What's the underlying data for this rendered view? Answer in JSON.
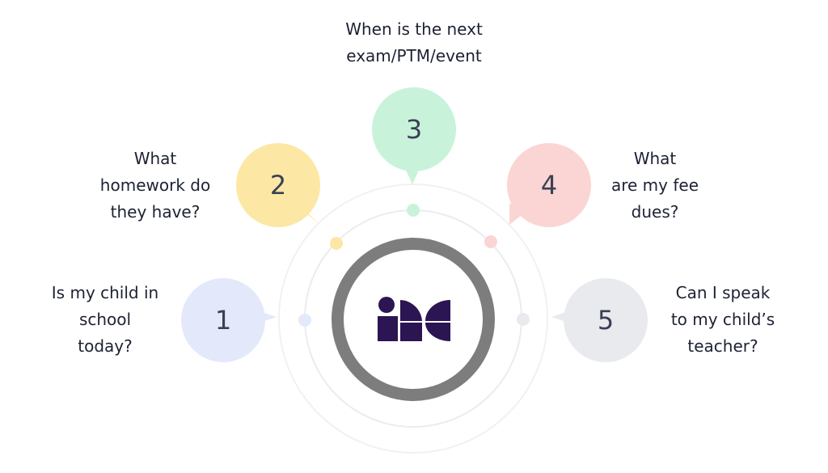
{
  "items": [
    {
      "number": "1",
      "text_lines": [
        "Is my child in",
        "school",
        "today?"
      ],
      "color": "#e4e8fb",
      "dot_color": "#e4e8fb"
    },
    {
      "number": "2",
      "text_lines": [
        "What",
        "homework do",
        "they have?"
      ],
      "color": "#fce7a5",
      "dot_color": "#fce7a5"
    },
    {
      "number": "3",
      "text_lines": [
        "When is the next",
        "exam/PTM/event"
      ],
      "color": "#c9f2da",
      "dot_color": "#c9f2da"
    },
    {
      "number": "4",
      "text_lines": [
        "What",
        "are my fee",
        "dues?"
      ],
      "color": "#fbd5d3",
      "dot_color": "#fbd5d3"
    },
    {
      "number": "5",
      "text_lines": [
        "Can I speak",
        "to my child’s",
        "teacher?"
      ],
      "color": "#e9eaee",
      "dot_color": "#e9eaee"
    }
  ],
  "logo": {
    "color": "#2b1553"
  },
  "ring_color": "#7d7d7d"
}
